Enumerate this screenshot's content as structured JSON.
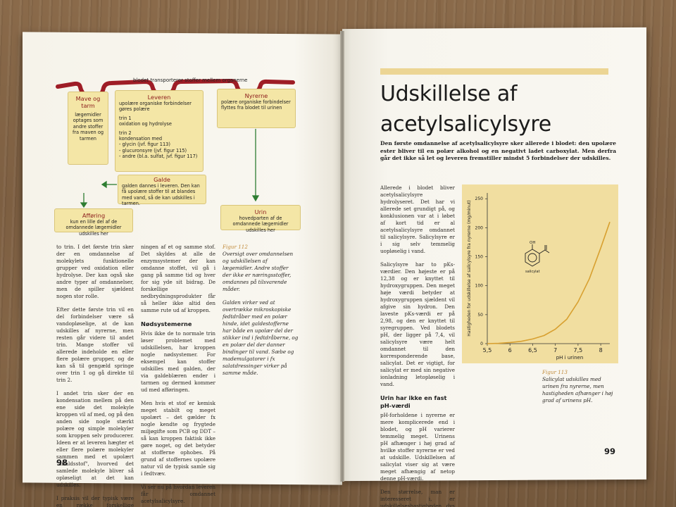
{
  "left_page": {
    "diagram": {
      "bar_caption": "blodet transporterer stoffer mellem organerne",
      "mave": {
        "title": "Mave og tarm",
        "text": "lægemidler optages som andre stoffer fra maven og tarmen"
      },
      "leveren": {
        "title": "Leveren",
        "intro": "upolære organiske forbindelser gøres polære",
        "trin1_head": "trin 1",
        "trin1_text": "oxidation og hydrolyse",
        "trin2_head": "trin 2",
        "trin2_text": "kondensation med",
        "trin2_items": [
          "- glycin (jvf. figur 113)",
          "- glucuronsyre (jvf. figur 115)",
          "- andre (bl.a. sulfat, jvf. figur 117)"
        ]
      },
      "nyrerne": {
        "title": "Nyrerne",
        "text": "polære organiske forbindelser flyttes fra blodet til urinen"
      },
      "galde": {
        "title": "Galde",
        "text": "galden dannes i leveren. Den kan få upolære stoffer til at blandes med vand, så de kan udskilles i tarmen."
      },
      "afforing": {
        "title": "Afføring",
        "text": "kun en lille del af de omdannede lægemidler udskilles her"
      },
      "urin": {
        "title": "Urin",
        "text": "hovedparten af de omdannede lægemidler udskilles her"
      }
    },
    "col1": [
      "to trin. I det første trin sker der en omdannelse af molekylets funktionelle grupper ved oxidation eller hydrolyse. Der kan også ske andre typer af omdannelser, men de spiller sjældent nogen stor rolle.",
      "Efter dette første trin vil en del forbindelser være så vandopløselige, at de kan udskilles af nyrerne, men resten går videre til andet trin. Mange stoffer vil allerede indeholde en eller flere polære grupper, og de kan så til gengæld springe over trin 1 og gå direkte til trin 2.",
      "I andet trin sker der en kondensation mellem på den ene side det molekyle kroppen vil af med, og på den anden side nogle stærkt polære og simple molekyler som kroppen selv producerer. Ideen er at leveren hægter et eller flere polære molekyler sammen med et upolært \"affaldsstof\", hvorved det samlede molekyle bliver så opløseligt at det kan udskilles.",
      "I praksis vil der typisk være en række forskellige produkter fra nedbryd-"
    ],
    "col2_p1": "ningen af et og samme stof. Det skyldes at alle de enzymsystemer der kan omdanne stoffet, vil gå i gang på samme tid og hver for sig yde sit bidrag. De forskellige nedbrydningsprodukter får så heller ikke altid den samme rute ud af kroppen.",
    "col2_head": "Nødsystemerne",
    "col2_rest": [
      "Hvis ikke de to normale trin løser problemet med udskillelsen, har kroppen nogle nødsystemer. For eksempel kan stoffer udskilles med galden, der via galdeblæren ender i tarmen og dermed kommer ud med afføringen.",
      "Men hvis et stof er kemisk meget stabilt og meget upolært – det gælder fx nogle kendte og frygtede miljøgifte som PCB og DDT – så kan kroppen faktisk ikke gøre noget, og det betyder at stofferne ophobes. På grund af stoffernes upolære natur vil de typisk samle sig i fedtvæv.",
      "Vi ser nu på hvordan leveren får omdannet acetylsalicylsyre."
    ],
    "fig112": {
      "label": "Figur 112",
      "caption": "Oversigt over omdannelsen og udskillelsen af lægemidler. Andre stoffer der ikke er næringsstoffer, omdannes på tilsvarende måder.",
      "caption2": "Galden virker ved at overtrække mikroskopiske fedtdråber med en polær hinde, idet galdestofferne har både en upolær del der stikker ind i fedtdråberne, og en polær del der danner bindinger til vand. Sæbe og mademulgatorer i fx salatdressinger virker på samme måde."
    },
    "page_number": "98"
  },
  "right_page": {
    "title_line1": "Udskillelse af",
    "title_line2": "acetylsalicylsyre",
    "lead": "Den første omdannelse af acetylsalicylsyre sker allerede i blodet: den upolære ester bliver til en polær alkohol og en negativt ladet carboxylat. Men derfra går det ikke så let og leveren fremstiller mindst 5 forbindelser der udskilles.",
    "col_paras": [
      "Allerede i blodet bliver acetylsalicylsyre hydrolyseret. Det har vi allerede set grundigt på, og konklusionen var at i løbet af kort tid er al acetylsalicylsyre omdannet til salicylsyre. Salicylsyre er i sig selv temmelig uopløselig i vand.",
      "Salicylsyre har to pKs-værdier. Den højeste er på 12,38 og er knyttet til hydroxygruppen. Den meget høje værdi betyder at hydroxygruppen sjældent vil afgive sin hydron. Den laveste pKs-værdi er på 2,98, og den er knyttet til syregruppen. Ved blodets pH, der ligger på 7,4, vil salicylsyre være helt omdannet til den korresponderende base, salicylat. Det er vigtigt, for salicylat er med sin negative ionladning letopløselig i vand."
    ],
    "subhead": "Urin har ikke en fast pH-værdi",
    "col_paras2": [
      "pH-forholdene i nyrerne er mere komplicerede end i blodet, og pH varierer temmelig meget. Urinens pH afhænger i høj grad af hvilke stoffer nyrerne er ved at udskille. Udskillelsen af salicylat viser sig at være meget afhængig af netop denne pH-værdi.",
      "Den størrelse, man er interesseret i, er udskillelseshastigheden, dvs massen af salicylsyre i urinen pr tidsenhed. Hastigheden er ved et"
    ],
    "fig113": {
      "label": "Figur 113",
      "caption": "Salicylat udskilles med urinen fra nyrerne, men hastigheden afhænger i høj grad af urinens pH."
    },
    "page_number": "99"
  },
  "chart_data": {
    "type": "line",
    "xlabel": "pH i urinen",
    "ylabel": "Hastigheden for udskillelse af salicylsyre fra nyrerne (mg/minut)",
    "xlim": [
      5.5,
      8.2
    ],
    "ylim": [
      0,
      260
    ],
    "xticks": [
      5.5,
      6,
      6.5,
      7,
      7.5,
      8
    ],
    "xtick_labels": [
      "5,5",
      "6",
      "6,5",
      "7",
      "7,5",
      "8"
    ],
    "yticks": [
      0,
      50,
      100,
      150,
      200,
      250
    ],
    "molecule_label": "salicylat",
    "series": [
      {
        "color": "#d8a030",
        "x": [
          5.5,
          5.75,
          6.0,
          6.25,
          6.5,
          6.75,
          7.0,
          7.25,
          7.5,
          7.75,
          8.0,
          8.2
        ],
        "y": [
          0,
          0.5,
          2,
          4,
          8,
          14,
          25,
          42,
          72,
          112,
          165,
          210
        ]
      }
    ]
  }
}
